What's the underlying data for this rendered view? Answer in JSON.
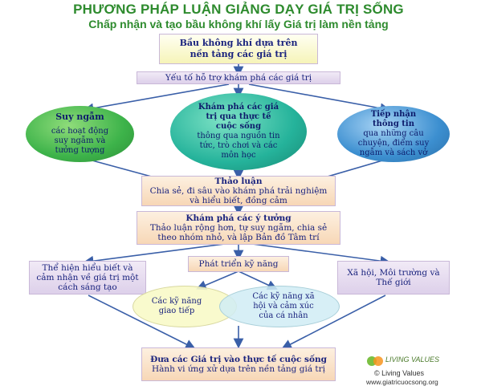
{
  "title": "PHƯƠNG PHÁP LUẬN GIẢNG DẠY GIÁ TRỊ SỐNG",
  "subtitle": "Chấp nhận và tạo bầu không khí lấy Giá trị làm nền tảng",
  "top_box": {
    "line1": "Bầu không khí dựa trên",
    "line2": "nền tảng các giá trị"
  },
  "support_box": "Yếu tố hỗ trợ khám phá các giá trị",
  "circles": {
    "left": {
      "title": "Suy ngẫm",
      "body": "các hoạt động suy ngẫm và tưởng tượng"
    },
    "center": {
      "title": "Khám phá các giá trị qua thực tế cuộc sống",
      "body": "thông qua nguồn tin tức, trò chơi và các môn học"
    },
    "right": {
      "title": "Tiếp nhận thông tin",
      "body": "qua những câu chuyện, điểm suy ngẫm và sách vở"
    }
  },
  "discussion": {
    "title": "Thảo luận",
    "body": "Chia sẻ, đi sâu vào khám phá trải nghiệm và hiểu biết, đồng cảm"
  },
  "ideas": {
    "title": "Khám phá các ý tưởng",
    "body": "Thảo luận rộng hơn, tự suy ngẫm, chia sẻ theo nhóm nhỏ, và lập Bản đồ Tâm trí"
  },
  "left_box": "Thể hiện hiểu biết và cảm nhận về giá trị một cách sáng tạo",
  "skills_box": "Phát triển kỹ năng",
  "right_box": "Xã hội, Môi trường và Thế giới",
  "ellipses": {
    "left": "Các kỹ năng giao tiếp",
    "right": "Các kỹ năng xã hội và cảm xúc của cá nhân"
  },
  "bottom": {
    "title": "Đưa các Giá trị vào thực tế cuộc sống",
    "body": "Hành vi ứng xử dựa trên nền tảng giá trị"
  },
  "logo": {
    "brand": "LIVING VALUES",
    "copyright": "© Living Values",
    "url": "www.giatricuocsong.org"
  },
  "colors": {
    "title": "#2e8b2e",
    "text": "#1a237e",
    "arrow": "#3a5fa8",
    "green": "#3db34a",
    "teal": "#20a693",
    "blue": "#3c8fd0"
  }
}
